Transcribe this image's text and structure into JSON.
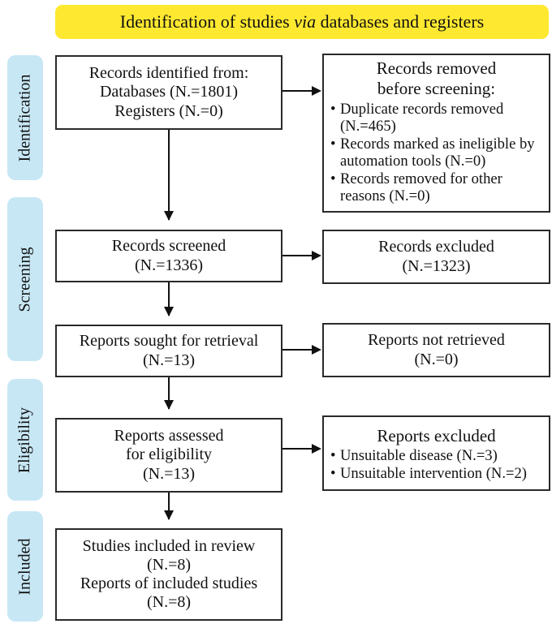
{
  "title": {
    "prefix": "Identification of studies ",
    "italic": "via",
    "suffix": " databases and registers"
  },
  "sidebar": {
    "items": [
      {
        "label": "Identification"
      },
      {
        "label": "Screening"
      },
      {
        "label": "Eligibility"
      },
      {
        "label": "Included"
      }
    ]
  },
  "flow": {
    "left_boxes": [
      {
        "lines": [
          "Records identified from:",
          "Databases (N.=1801)",
          "Registers (N.=0)"
        ]
      },
      {
        "lines": [
          "Records screened",
          "(N.=1336)"
        ]
      },
      {
        "lines": [
          "Reports sought for retrieval",
          "(N.=13)"
        ]
      },
      {
        "lines": [
          "Reports assessed",
          "for eligibility",
          "(N.=13)"
        ]
      },
      {
        "lines": [
          "Studies included in review",
          "(N.=8)",
          "Reports of included studies",
          "(N.=8)"
        ]
      }
    ],
    "right_boxes": [
      {
        "heading_lines": [
          "Records removed",
          "before screening:"
        ],
        "bullets": [
          "Duplicate records removed (N.=465)",
          "Records marked as ineligible by automation tools (N.=0)",
          "Records removed for other reasons (N.=0)"
        ]
      },
      {
        "heading_lines": [
          "Records excluded",
          "(N.=1323)"
        ],
        "bullets": []
      },
      {
        "heading_lines": [
          "Reports not retrieved",
          "(N.=0)"
        ],
        "bullets": []
      },
      {
        "heading_lines": [
          "Reports excluded"
        ],
        "bullets": [
          "Unsuitable disease (N.=3)",
          "Unsuitable intervention (N.=2)"
        ]
      }
    ]
  },
  "colors": {
    "banner_yellow": "#FFE930",
    "stage_blue": "#C8E7F5",
    "line_black": "#111111"
  }
}
